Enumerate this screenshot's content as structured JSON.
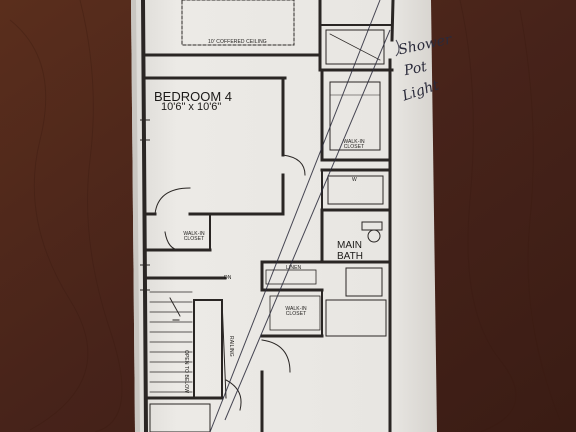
{
  "plan": {
    "coffered_ceiling": "10' COFFERED CEILING",
    "bedroom_name": "BEDROOM 4",
    "bedroom_dims": "10'6\" x 10'6\"",
    "walkin_closet_upper": "WALK-IN CLOSET",
    "walkin_closet_left": "WALK-IN CLOSET",
    "walkin_closet_lower": "WALK-IN CLOSET",
    "main_bath_line1": "MAIN",
    "main_bath_line2": "BATH",
    "linen": "LINEN",
    "dn": "DN",
    "open_to_below": "OPEN TO BELOW",
    "railing": "RAILING",
    "small_marker": "W"
  },
  "annotation": {
    "line1": "Shower",
    "line2": "Pot",
    "line3": "Light"
  },
  "colors": {
    "table": "#4a2518",
    "paper": "#e9e7e3",
    "ink": "#2a2624",
    "pen": "#2a2a3a"
  }
}
